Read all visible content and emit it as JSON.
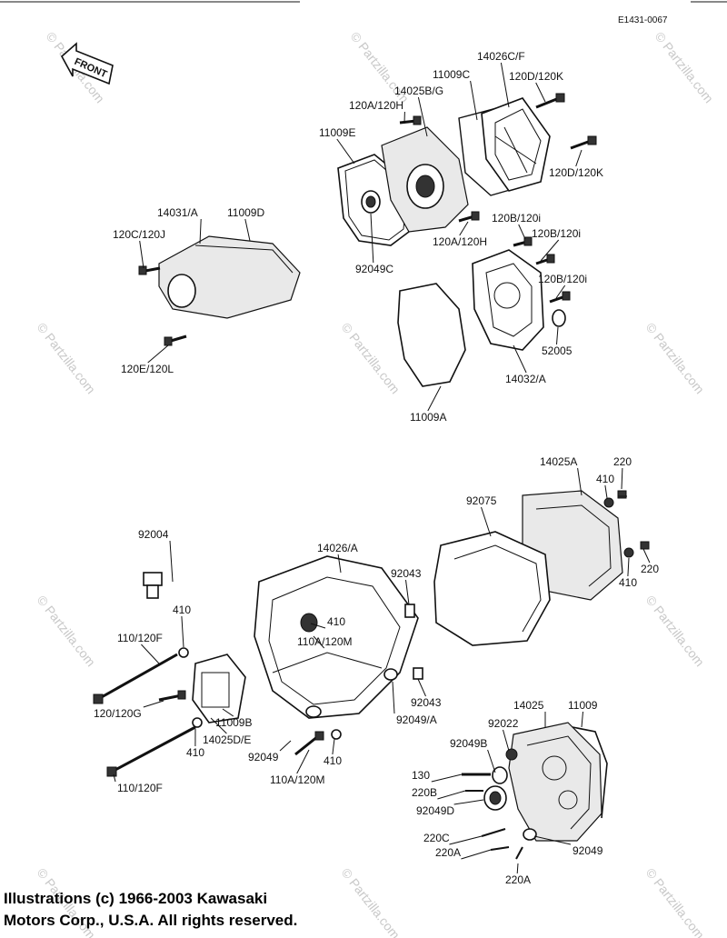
{
  "diagram": {
    "code": "E1431-0067",
    "front_arrow": "FRONT",
    "watermark": "© Partzilla.com",
    "labels": [
      "14026C/F",
      "11009C",
      "120D/120K",
      "14025B/G",
      "120A/120H",
      "11009E",
      "120D/120K",
      "120B/120i",
      "120A/120H",
      "120B/120i",
      "120B/120i",
      "92049C",
      "14031/A",
      "11009D",
      "120C/120J",
      "120E/120L",
      "52005",
      "14032/A",
      "11009A",
      "14025A",
      "220",
      "410",
      "92075",
      "220",
      "410",
      "92004",
      "14026/A",
      "92043",
      "410",
      "410",
      "110/120F",
      "110A/120M",
      "120/120G",
      "11009B",
      "14025D/E",
      "410",
      "92043",
      "92049/A",
      "92049",
      "410",
      "110/120F",
      "110A/120M",
      "14025",
      "11009",
      "92022",
      "92049B",
      "130",
      "220B",
      "92049D",
      "220C",
      "220A",
      "92049",
      "220A"
    ]
  },
  "copyright": {
    "line1": "Illustrations (c) 1966-2003 Kawasaki",
    "line2": "Motors Corp., U.S.A.  All rights reserved."
  }
}
